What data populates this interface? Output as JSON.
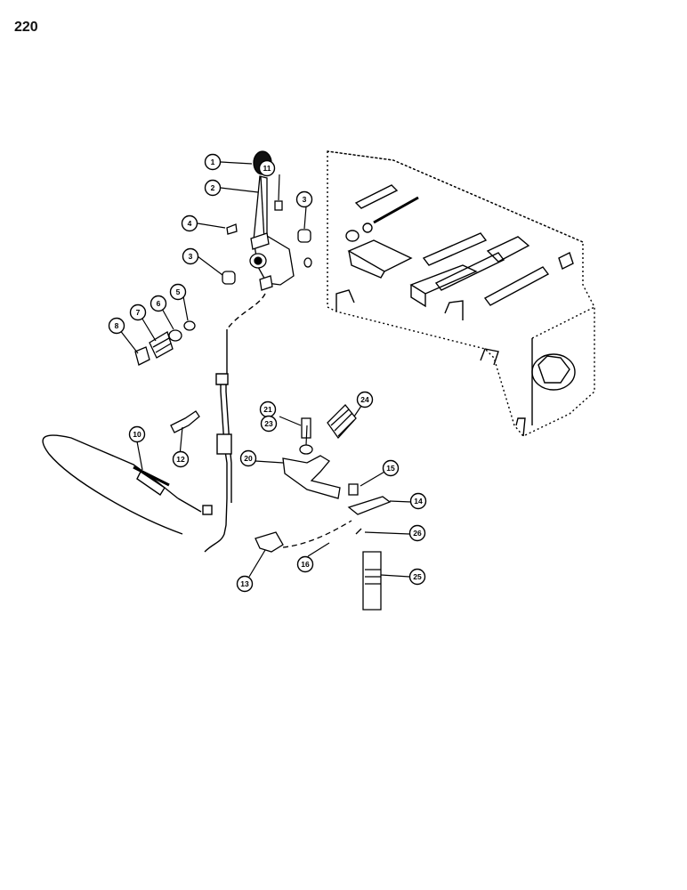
{
  "page": {
    "number": "220"
  },
  "callouts": [
    {
      "id": "c1",
      "label": "1"
    },
    {
      "id": "c2",
      "label": "2"
    },
    {
      "id": "c3a",
      "label": "3"
    },
    {
      "id": "c3b",
      "label": "3"
    },
    {
      "id": "c4",
      "label": "4"
    },
    {
      "id": "c5",
      "label": "5"
    },
    {
      "id": "c6",
      "label": "6"
    },
    {
      "id": "c7",
      "label": "7"
    },
    {
      "id": "c8",
      "label": "8"
    },
    {
      "id": "c10",
      "label": "10"
    },
    {
      "id": "c11",
      "label": "11"
    },
    {
      "id": "c12",
      "label": "12"
    },
    {
      "id": "c13",
      "label": "13"
    },
    {
      "id": "c14",
      "label": "14"
    },
    {
      "id": "c15",
      "label": "15"
    },
    {
      "id": "c16",
      "label": "16"
    },
    {
      "id": "c20",
      "label": "20"
    },
    {
      "id": "c21",
      "label": "21"
    },
    {
      "id": "c23",
      "label": "23"
    },
    {
      "id": "c24",
      "label": "24"
    },
    {
      "id": "c25",
      "label": "25"
    },
    {
      "id": "c26",
      "label": "26"
    }
  ]
}
